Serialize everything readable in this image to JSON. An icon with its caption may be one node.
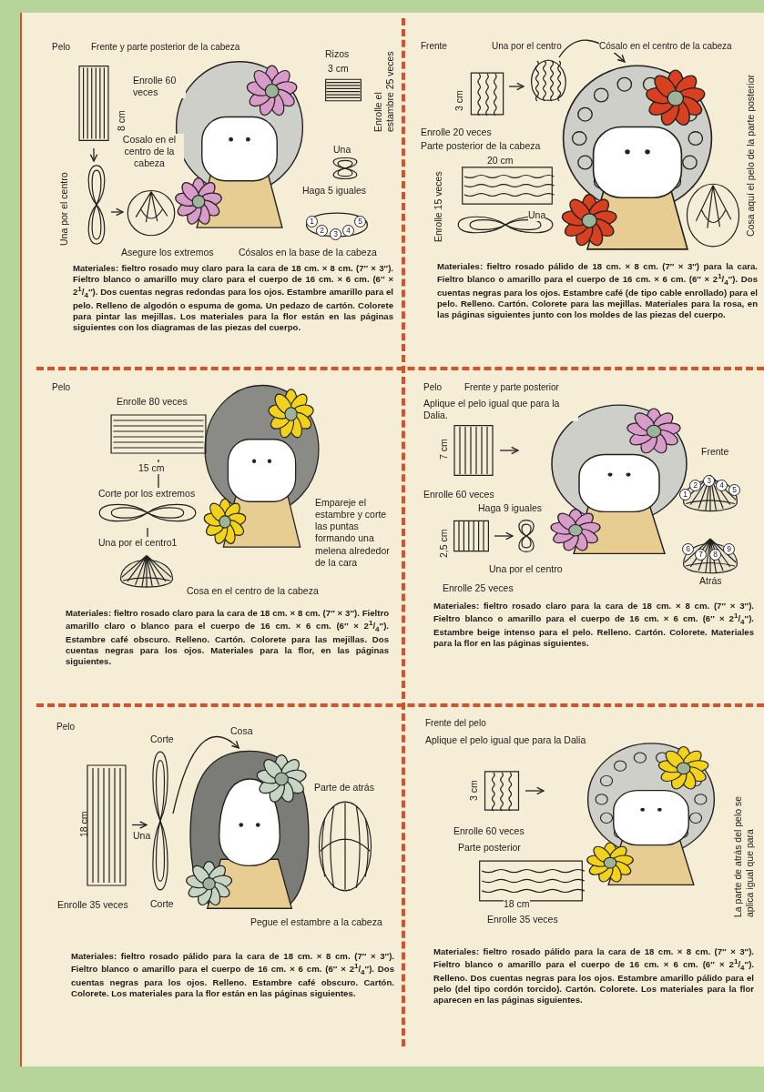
{
  "diagram": {
    "nodes": [
      {
        "text": [],
        "shape": "picture"
      },
      {
        "text": [],
        "shape": "picture"
      },
      {
        "text": [],
        "shape": "picture"
      },
      {
        "text": [],
        "shape": "picture"
      },
      {
        "text": [],
        "shape": "picture"
      },
      {
        "text": [],
        "shape": "picture"
      },
      {
        "text": [],
        "shape": "picture"
      },
      {
        "text": [],
        "shape": "picture"
      },
      {
        "text": [],
        "shape": "picture"
      },
      {
        "text": [],
        "shape": "picture"
      },
      {
        "text": [],
        "shape": "picture"
      },
      {
        "text": [],
        "shape": "picture"
      },
      {
        "text": [],
        "shape": "picture"
      },
      {
        "text": [],
        "shape": "picture"
      },
      {
        "text": [],
        "shape": "picture"
      },
      {
        "text": [],
        "shape": "picture"
      }
    ],
    "edges": [
      {
        "from": 0,
        "to": 1,
        "arrow": "to"
      },
      {
        "from": 1,
        "to": 2,
        "arrow": "to"
      },
      {
        "from": 3,
        "to": 4,
        "arrow": "to"
      },
      {
        "from": 4,
        "to": 5,
        "arrow": "to"
      },
      {
        "from": 6,
        "to": 7,
        "arrow": "to"
      },
      {
        "from": 7,
        "to": 8,
        "arrow": "to"
      },
      {
        "from": 9,
        "to": null,
        "arrow": "to"
      },
      {
        "from": 10,
        "to": 11,
        "arrow": "to"
      },
      {
        "from": 12,
        "to": 13,
        "arrow": "to"
      },
      {
        "from": 13,
        "to": 14,
        "arrow": "to"
      },
      {
        "from": 15,
        "to": null,
        "arrow": "to"
      }
    ],
    "labels": [
      "Pelo",
      "Frente y parte posterior de la cabeza",
      "Rizos",
      "3 cm",
      "Enrolle el estambre 25 veces",
      "Enrolle 60 veces",
      "8 cm",
      "Cosalo en el centro de la cabeza",
      "Una",
      "Haga 5 iguales",
      "1",
      "2",
      "3",
      "4",
      "5",
      "Una por el centro",
      "Asegure los extremos",
      "Cósalos en la base de la cabeza",
      "Materiales: fieltro rosado muy claro para la cara de 18 cm. × 8 cm. (7″ × 3″). Fieltro blanco o amarillo muy claro para el cuerpo de 16 cm. × 6 cm. (6″ × 2$^{1}$/$_{4}$″). Dos cuentas negras redondas para los ojos. Estambre amarillo para el pelo. Relleno de algodón o espuma de goma. Un pedazo de cartón. Colorete para pintar las mejillas. Los materiales para la flor están en las páginas siguientes con los diagramas de las piezas del cuerpo.",
      "Frente",
      "Una por el centro",
      "Cósalo en el centro de la cabeza",
      "3 cm",
      "Enrolle 20 veces",
      "Parte posterior de la cabeza",
      "20 cm",
      "Enrolle 15 veces",
      "Una",
      "Cosa aquí el pelo de la parte posterior",
      "Materiales: fieltro rosado pálido de 18 cm. × 8 cm. (7″ × 3″) para la cara. Fieltro blanco o amarillo para el cuerpo de 16 cm. × 6 cm. (6″ × 2$^{1}$/$_{4}$″). Dos cuentas negras para los ojos. Estambre café (de tipo cable enrollado) para el pelo. Relleno. Cartón. Colorete para las mejillas. Materiales para la rosa, en las páginas siguientes junto con los moldes de las piezas del cuerpo.",
      "Pelo",
      "Enrolle 80 veces",
      "15 cm",
      "Corte por los extremos",
      "Una por el centro1",
      "Empareje el estambre y corte las puntas formando una melena alrededor de la cara",
      "Cosa en el centro de la cabeza",
      "Materiales: fieltro rosado claro para la cara de 18 cm. × 8 cm. (7″ × 3″). Fieltro amarillo claro o blanco para el cuerpo de 16 cm. × 6 cm. (6″ × 2$^{1}$/$_{4}$″). Estambre café obscuro. Relleno. Cartón. Colorete para las mejillas. Dos cuentas negras para los ojos. Materiales para la flor, en las páginas siguientes.",
      "Pelo",
      "Frente y parte posterior",
      "Aplique el pelo igual que para la Dalia.",
      "7 cm",
      "Enrolle 60 veces",
      "Haga 9 iguales",
      "2,5 cm",
      "Una por el centro",
      "Enrolle 25 veces",
      "Frente",
      "1",
      "2",
      "3",
      "4",
      "5",
      "6",
      "7",
      "8",
      "9",
      "Atrás",
      "Materiales: fieltro rosado claro para la cara de 18 cm. × 8 cm. (7″ × 3″). Fieltro blanco o amarillo para el cuerpo de 16 cm. × 6 cm. (6″ × 2$^{1}$/$_{4}$″). Estambre beige intenso para el pelo. Relleno. Cartón. Colorete. Materiales para la flor en las páginas siguientes.",
      "Pelo",
      "Corte",
      "Cosa",
      "Parte de atrás",
      "18 cm",
      "Una",
      "Enrolle 35 veces",
      "Corte",
      "Pegue el estambre a la cabeza",
      "Materiales: fieltro rosado pálido para la cara de 18 cm. × 8 cm. (7″ × 3″). Fieltro blanco o amarillo para el cuerpo de 16 cm. × 6 cm. (6″ × 2$^{1}$/$_{4}$″). Dos cuentas negras para los ojos. Relleno. Estambre café obscuro. Cartón. Colorete. Los materiales para la flor están en las páginas siguientes.",
      "Frente del pelo",
      "Aplique el pelo igual que para la Dalia",
      "3 cm",
      "Enrolle 60 veces",
      "Parte posterior",
      "18 cm",
      "Enrolle 35 veces",
      "La parte de atrás del pelo se aplica igual que para",
      "Materiales: fieltro rosado pálido para la cara de 18 cm. × 8 cm. (7″ × 3″). Fieltro blanco o amarillo para el cuerpo de 16 cm. × 6 cm. (6″ × 2$^{1}$/$_{4}$″). Relleno. Dos cuentas negras para los ojos. Estambre amarillo pálido para el pelo (del tipo cordón torcido). Cartón. Colorete. Los materiales para la flor aparecen en las páginas siguientes."
    ]
  }
}
